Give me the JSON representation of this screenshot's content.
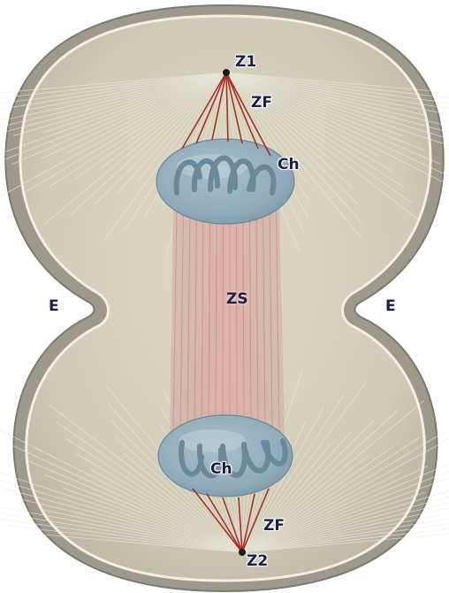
{
  "image": {
    "subject": "cell-division-model",
    "colors": {
      "background": "#ffffff",
      "cell_fill": "#cfcbb6",
      "cell_rim": "#9a988a",
      "cytoplasm_texture": "#e8e6d6",
      "chromosome_blue": "#7a98a8",
      "chromosome_highlight": "#bcd0da",
      "fiber_red": "#a53020",
      "spindle_pink": "#dca6a2",
      "label_color": "#1c1c4a"
    },
    "icons": [
      "centrosome-dot",
      "chromosome-loop"
    ]
  },
  "labels": {
    "z1": "Z1",
    "zf_top": "ZF",
    "ch_top": "Ch",
    "zs": "ZS",
    "e_left": "E",
    "e_right": "E",
    "ch_bottom": "Ch",
    "zf_bottom": "ZF",
    "z2": "Z2"
  }
}
